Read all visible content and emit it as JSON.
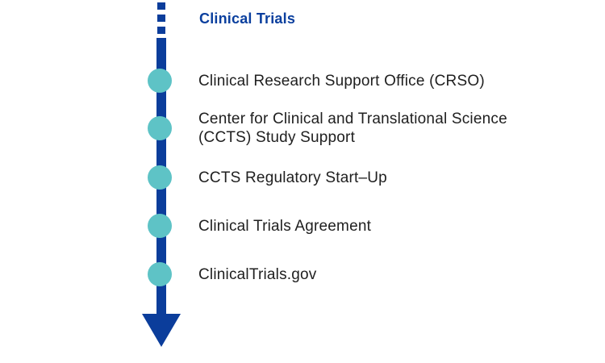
{
  "timeline": {
    "title": "Clinical Trials",
    "items": [
      {
        "label": "Clinical Research Support Office (CRSO)"
      },
      {
        "label": "Center for Clinical and Translational Science\n(CCTS) Study Support"
      },
      {
        "label": "CCTS Regulatory Start–Up"
      },
      {
        "label": "Clinical Trials Agreement"
      },
      {
        "label": "ClinicalTrials.gov"
      }
    ],
    "colors": {
      "line_blue": "#0b3d9b",
      "node_teal": "#5ec3c6",
      "title_blue": "#0a3f9e",
      "text": "#202020"
    }
  }
}
